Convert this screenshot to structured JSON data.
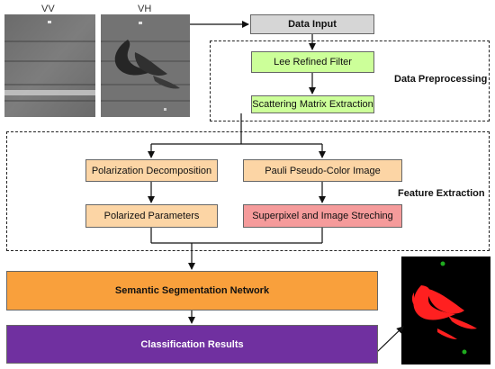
{
  "images": {
    "vv_label": "VV",
    "vh_label": "VH"
  },
  "groups": {
    "preprocessing": "Data Preprocessing",
    "feature_extraction": "Feature Extraction"
  },
  "nodes": {
    "data_input": "Data Input",
    "lee_filter": "Lee Refined Filter",
    "scattering": "Scattering Matrix Extraction",
    "pol_decomp": "Polarization Decomposition",
    "pauli": "Pauli Pseudo-Color Image",
    "pol_params": "Polarized Parameters",
    "superpixel": "Superpixel and Image Streching",
    "semantic": "Semantic Segmentation Network",
    "classification": "Classification Results"
  },
  "colors": {
    "data_input": "#d6d6d6",
    "preprocess": "#ccff99",
    "feature_orange": "#fcd5a5",
    "feature_pink": "#f59b9b",
    "semantic": "#f9a03c",
    "classification": "#7030a0",
    "oil_red": "#ff2020",
    "ship_green": "#1faa1f"
  }
}
